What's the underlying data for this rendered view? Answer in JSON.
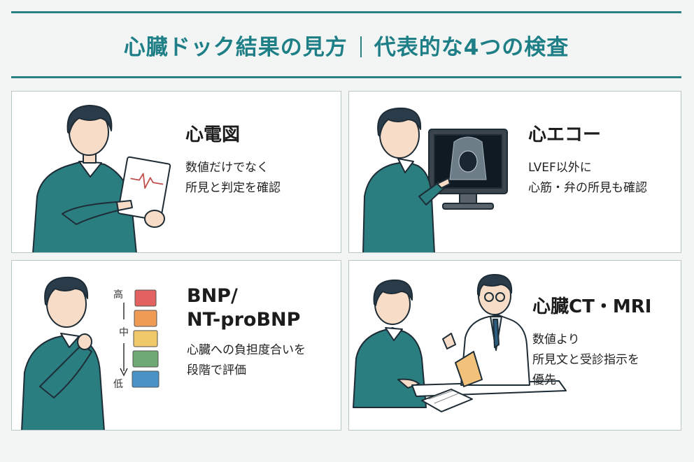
{
  "header": {
    "title": "心臓ドック結果の見方",
    "subtitle": "代表的な4つの検査"
  },
  "cards": [
    {
      "title": "心電図",
      "lines": [
        "数値だけでなく",
        "所見と判定を確認"
      ]
    },
    {
      "title": "心エコー",
      "lines": [
        "LVEF以外に",
        "心筋・弁の所見も確認"
      ]
    },
    {
      "title_lines": [
        "BNP/",
        "NT-proBNP"
      ],
      "lines": [
        "心臓への負担度合いを",
        "段階で評価"
      ],
      "scale": {
        "high": "高",
        "mid": "中",
        "low": "低",
        "colors": [
          "#e2625f",
          "#ef9a55",
          "#f0c96a",
          "#6faa74",
          "#4a93c6"
        ]
      }
    },
    {
      "title": "心臓CT・MRI",
      "lines": [
        "数値より",
        "所見文と受診指示を",
        "優先"
      ]
    }
  ],
  "colors": {
    "accent": "#1f7f86",
    "sweater": "#2a7e80",
    "hair": "#2a3b4a",
    "skin": "#f7dcc7"
  }
}
